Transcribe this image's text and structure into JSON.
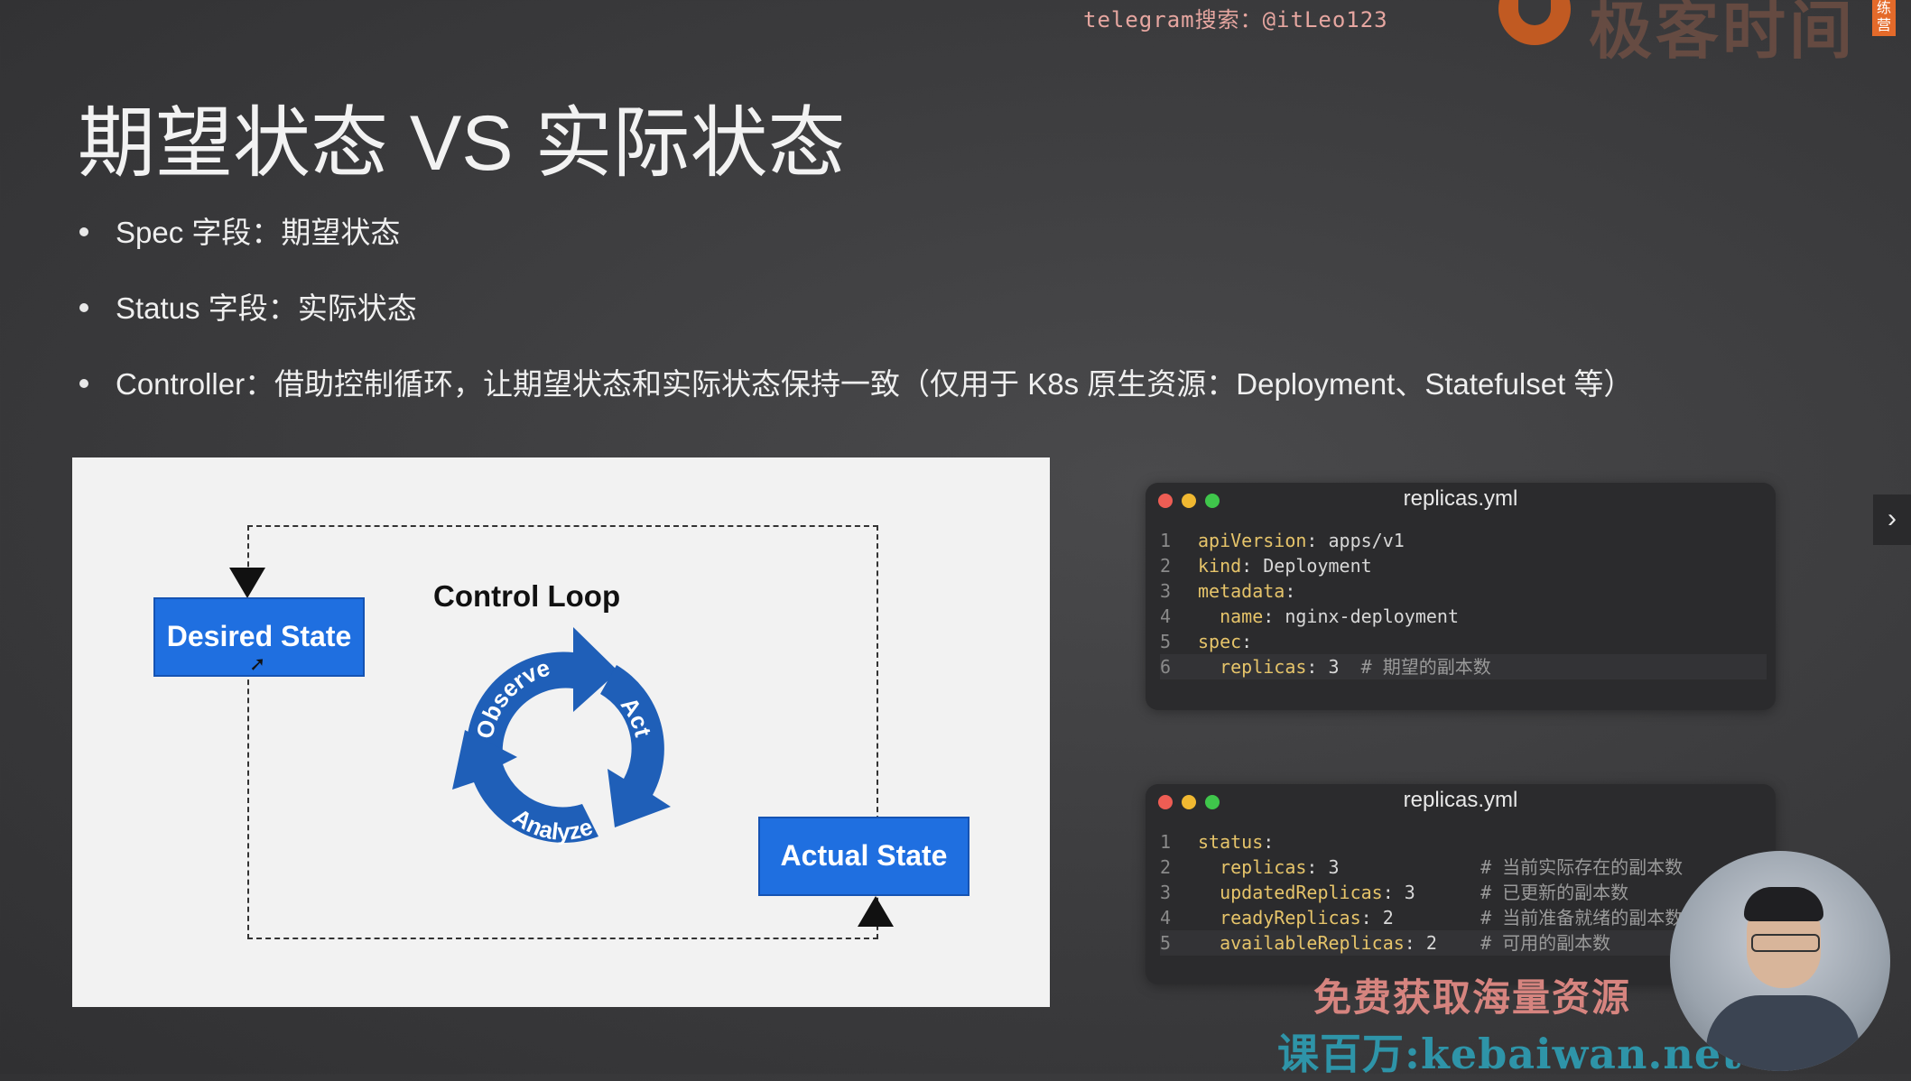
{
  "watermark": {
    "telegram": "telegram搜索：@itLeo123",
    "logo_text": "极客时间",
    "badge": "练营"
  },
  "slide": {
    "title": "期望状态 VS 实际状态",
    "bullets": [
      "Spec 字段：期望状态",
      "Status 字段：实际状态",
      "Controller：借助控制循环，让期望状态和实际状态保持一致（仅用于 K8s 原生资源：Deployment、Statefulset 等）"
    ]
  },
  "diagram": {
    "desired_label": "Desired State",
    "actual_label": "Actual State",
    "loop_title": "Control Loop",
    "cycle_steps": [
      "Observe",
      "Act",
      "Analyze"
    ],
    "colors": {
      "box": "#1f6fe0",
      "cycle": "#1f5fb8"
    }
  },
  "code_windows": [
    {
      "title": "replicas.yml",
      "lines": [
        {
          "num": "1",
          "indent": "",
          "key": "apiVersion",
          "value": " apps/v1",
          "comment": ""
        },
        {
          "num": "2",
          "indent": "",
          "key": "kind",
          "value": " Deployment",
          "comment": ""
        },
        {
          "num": "3",
          "indent": "",
          "key": "metadata",
          "value": "",
          "comment": ""
        },
        {
          "num": "4",
          "indent": "  ",
          "key": "name",
          "value": " nginx-deployment",
          "comment": ""
        },
        {
          "num": "5",
          "indent": "",
          "key": "spec",
          "value": "",
          "comment": ""
        },
        {
          "num": "6",
          "indent": "  ",
          "key": "replicas",
          "value": " 3",
          "comment": "  # 期望的副本数"
        }
      ]
    },
    {
      "title": "replicas.yml",
      "lines": [
        {
          "num": "1",
          "indent": "",
          "key": "status",
          "value": "",
          "comment": ""
        },
        {
          "num": "2",
          "indent": "  ",
          "key": "replicas",
          "value": " 3",
          "comment": "             # 当前实际存在的副本数"
        },
        {
          "num": "3",
          "indent": "  ",
          "key": "updatedReplicas",
          "value": " 3",
          "comment": "      # 已更新的副本数"
        },
        {
          "num": "4",
          "indent": "  ",
          "key": "readyReplicas",
          "value": " 2",
          "comment": "        # 当前准备就绪的副本数"
        },
        {
          "num": "5",
          "indent": "  ",
          "key": "availableReplicas",
          "value": " 2",
          "comment": "    # 可用的副本数"
        }
      ]
    }
  ],
  "nav": {
    "next_label": "›"
  },
  "promo": {
    "line1": "免费获取海量资源",
    "line2": "课百万:kebaiwan.net"
  }
}
